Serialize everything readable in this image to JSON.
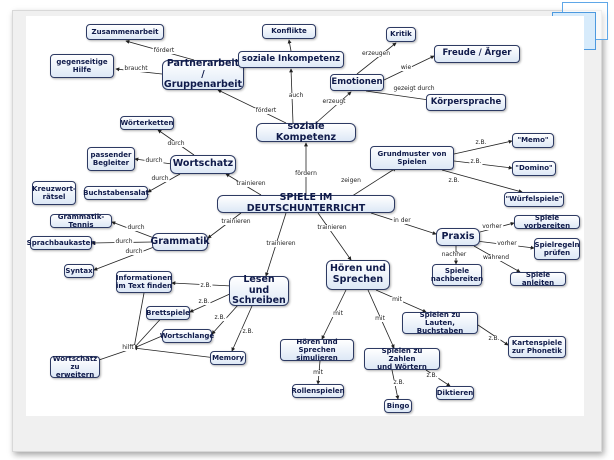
{
  "nodes": [
    {
      "id": "zusammenarbeit",
      "label": "Zusammenarbeit"
    },
    {
      "id": "gegenseitige",
      "label": "gegenseitige\nHilfe"
    },
    {
      "id": "partnerarbeit",
      "label": "Partnerarbeit /\nGruppenarbeit"
    },
    {
      "id": "konflikte",
      "label": "Konflikte"
    },
    {
      "id": "soz_inkomp",
      "label": "soziale Inkompetenz"
    },
    {
      "id": "kritik",
      "label": "Kritik"
    },
    {
      "id": "freude",
      "label": "Freude / Ärger"
    },
    {
      "id": "emotionen",
      "label": "Emotionen"
    },
    {
      "id": "koerpersprache",
      "label": "Körpersprache"
    },
    {
      "id": "soz_komp",
      "label": "soziale Kompetenz"
    },
    {
      "id": "woerterketten",
      "label": "Wörterketten"
    },
    {
      "id": "passender",
      "label": "passender\nBegleiter"
    },
    {
      "id": "wortschatz",
      "label": "Wortschatz"
    },
    {
      "id": "kreuzwort",
      "label": "Kreuzwort-\nrätsel"
    },
    {
      "id": "buchstabensalat",
      "label": "Buchstabensalat"
    },
    {
      "id": "grundmuster",
      "label": "Grundmuster von\nSpielen"
    },
    {
      "id": "memo",
      "label": "\"Memo\""
    },
    {
      "id": "domino",
      "label": "\"Domino\""
    },
    {
      "id": "wuerfel",
      "label": "\"Würfelspiele\""
    },
    {
      "id": "center",
      "label": "SPIELE IM DEUTSCHUNTERRICHT"
    },
    {
      "id": "gram_tennis",
      "label": "Grammatik-Tennis"
    },
    {
      "id": "sprachbaukasten",
      "label": "Sprachbaukasten"
    },
    {
      "id": "grammatik",
      "label": "Grammatik"
    },
    {
      "id": "syntax",
      "label": "Syntax"
    },
    {
      "id": "praxis",
      "label": "Praxis"
    },
    {
      "id": "spiele_vorb",
      "label": "Spiele vorbereiten"
    },
    {
      "id": "spielregeln",
      "label": "Spielregeln\nprüfen"
    },
    {
      "id": "spiele_nachb",
      "label": "Spiele\nnachbereiten"
    },
    {
      "id": "spiele_anl",
      "label": "Spiele anleiten"
    },
    {
      "id": "informationen",
      "label": "Informationen\nim Text finden"
    },
    {
      "id": "brettspiele",
      "label": "Brettspiele"
    },
    {
      "id": "lesen",
      "label": "Lesen und\nSchreiben"
    },
    {
      "id": "wortschlange",
      "label": "Wortschlange"
    },
    {
      "id": "memory",
      "label": "Memory"
    },
    {
      "id": "wortschatz_erw",
      "label": "Wortschatz\nzu erweitern"
    },
    {
      "id": "hoeren",
      "label": "Hören und\nSprechen"
    },
    {
      "id": "hoeren_sim",
      "label": "Hören und Sprechen\nsimulieren"
    },
    {
      "id": "rollenspiele",
      "label": "Rollenspielen"
    },
    {
      "id": "laute",
      "label": "Spielen zu Lauten,\nBuchstaben"
    },
    {
      "id": "kartenspiele",
      "label": "Kartenspiele\nzur Phonetik"
    },
    {
      "id": "zahlen",
      "label": "Spielen zu Zahlen\nund Wörtern"
    },
    {
      "id": "bingo",
      "label": "Bingo"
    },
    {
      "id": "diktieren",
      "label": "Diktieren"
    }
  ],
  "link_labels": [
    {
      "id": "l_foerdert_zus",
      "text": "fördert"
    },
    {
      "id": "l_braucht",
      "text": "braucht"
    },
    {
      "id": "l_foerdert_pa",
      "text": "fördert"
    },
    {
      "id": "l_auch",
      "text": "auch"
    },
    {
      "id": "l_erzeugt",
      "text": "erzeugt"
    },
    {
      "id": "l_erzeugen",
      "text": "erzeugen"
    },
    {
      "id": "l_wie",
      "text": "wie"
    },
    {
      "id": "l_gezeigt",
      "text": "gezeigt durch"
    },
    {
      "id": "l_foerdern",
      "text": "fördern"
    },
    {
      "id": "l_zeigen",
      "text": "zeigen"
    },
    {
      "id": "l_tr_wortschatz",
      "text": "trainieren"
    },
    {
      "id": "l_durch_wk",
      "text": "durch"
    },
    {
      "id": "l_durch_pb",
      "text": "durch"
    },
    {
      "id": "l_durch_bs",
      "text": "durch"
    },
    {
      "id": "l_zb_memo",
      "text": "z.B."
    },
    {
      "id": "l_zb_domino",
      "text": "z.B."
    },
    {
      "id": "l_zb_wuerfel",
      "text": "z.B."
    },
    {
      "id": "l_tr_gram",
      "text": "trainieren"
    },
    {
      "id": "l_durch_gt",
      "text": "durch"
    },
    {
      "id": "l_durch_sb",
      "text": "durch"
    },
    {
      "id": "l_durch_syn",
      "text": "durch"
    },
    {
      "id": "l_tr_lesen",
      "text": "trainieren"
    },
    {
      "id": "l_tr_hoeren",
      "text": "trainieren"
    },
    {
      "id": "l_in_der",
      "text": "in der"
    },
    {
      "id": "l_vorher1",
      "text": "vorher"
    },
    {
      "id": "l_vorher2",
      "text": "vorher"
    },
    {
      "id": "l_nachher",
      "text": "nachher"
    },
    {
      "id": "l_waehrend",
      "text": "während"
    },
    {
      "id": "l_zb_info",
      "text": "z.B."
    },
    {
      "id": "l_zb_brett",
      "text": "z.B."
    },
    {
      "id": "l_zb_ws",
      "text": "z.B."
    },
    {
      "id": "l_zb_mem",
      "text": "z.B."
    },
    {
      "id": "l_hilft",
      "text": "hilft"
    },
    {
      "id": "l_mit_sim",
      "text": "mit"
    },
    {
      "id": "l_mit_rolle",
      "text": "mit"
    },
    {
      "id": "l_mit_laute",
      "text": "mit"
    },
    {
      "id": "l_mit_zahlen",
      "text": "mit"
    },
    {
      "id": "l_zb_karten",
      "text": "z.B."
    },
    {
      "id": "l_zb_bingo",
      "text": "z.B."
    },
    {
      "id": "l_zb_dikt",
      "text": "z.B."
    }
  ]
}
